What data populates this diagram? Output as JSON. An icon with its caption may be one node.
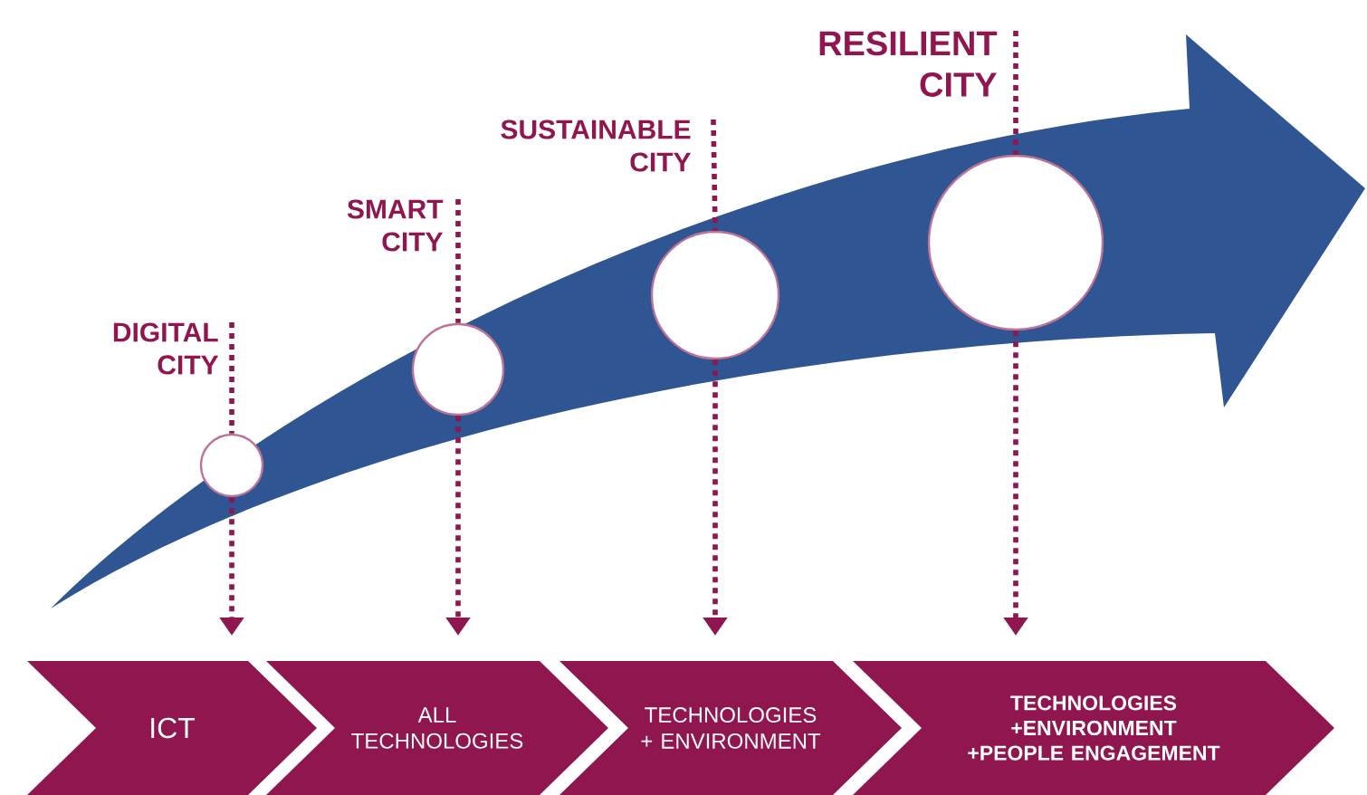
{
  "diagram": {
    "nodes": [
      {
        "text": [
          "DIGITAL CITY"
        ]
      },
      {
        "text": [
          "SMART CITY"
        ]
      },
      {
        "text": [
          "SUSTAINABLE CITY"
        ]
      },
      {
        "text": [
          "RESILIENT CITY"
        ]
      },
      {
        "text": [],
        "shape": "circle"
      },
      {
        "text": [],
        "shape": "circle"
      },
      {
        "text": [],
        "shape": "circle"
      },
      {
        "text": [],
        "shape": "circle"
      },
      {
        "text": [
          "ICT"
        ]
      },
      {
        "text": [
          "ALL TECHNOLOGIES"
        ]
      },
      {
        "text": [
          "TECHNOLOGIES + ENVIRONMENT"
        ]
      },
      {
        "text": [
          "TECHNOLOGIES +ENVIRONMENT +PEOPLE ENGAGEMENT"
        ]
      }
    ],
    "edges": [
      {
        "from": 0,
        "to": 4,
        "arrow": "none",
        "style": "dashed"
      },
      {
        "from": 4,
        "to": 8,
        "arrow": "to",
        "style": "dashed"
      },
      {
        "from": 1,
        "to": 5,
        "arrow": "none",
        "style": "dashed"
      },
      {
        "from": 5,
        "to": 9,
        "arrow": "to",
        "style": "dashed"
      },
      {
        "from": 2,
        "to": 6,
        "arrow": "none",
        "style": "dashed"
      },
      {
        "from": 6,
        "to": 10,
        "arrow": "to",
        "style": "dashed"
      },
      {
        "from": 3,
        "to": 7,
        "arrow": "none",
        "style": "dashed"
      },
      {
        "from": 7,
        "to": 11,
        "arrow": "to",
        "style": "dashed"
      }
    ]
  }
}
